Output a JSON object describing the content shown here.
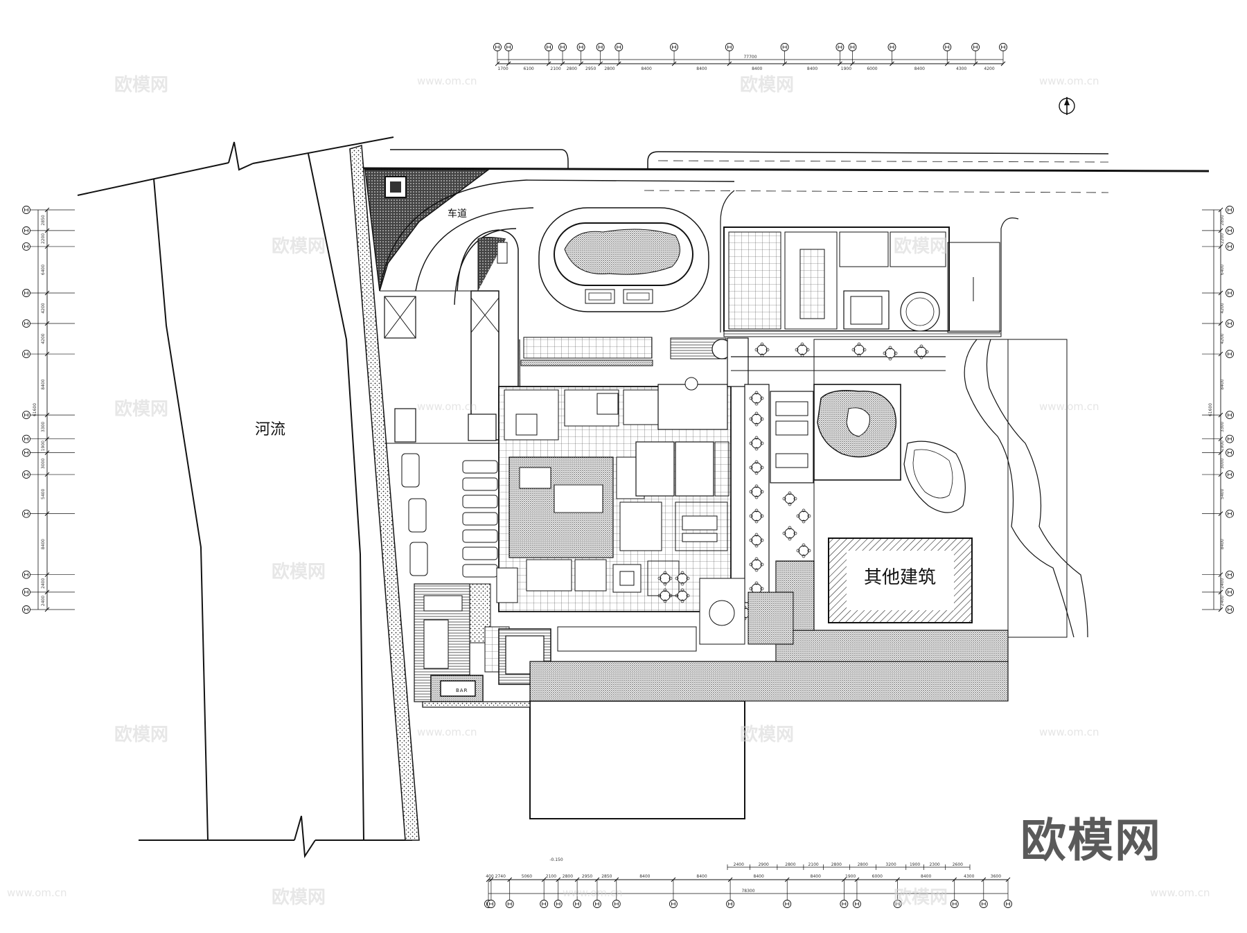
{
  "labels": {
    "river": "河流",
    "driveway": "车道",
    "other_building": "其他建筑",
    "bar": "BAR",
    "brand_logo": "欧模网"
  },
  "watermark": {
    "text": "欧模网",
    "url": "www.om.cn"
  },
  "dimensions": {
    "top_total": "77700",
    "top_segments": [
      "1700",
      "6100",
      "2100",
      "2800",
      "2950",
      "2800",
      "8400",
      "8400",
      "8400",
      "8400",
      "1900",
      "6000",
      "8400",
      "4300",
      "4200"
    ],
    "bottom_total": "78300",
    "bottom_level": "-0.150",
    "bottom_segments": [
      "400",
      "2740",
      "5060",
      "2100",
      "2800",
      "2950",
      "2850",
      "8400",
      "8400",
      "8400",
      "8400",
      "1900",
      "6000",
      "8400",
      "4300",
      "3600"
    ],
    "bottom_sub_segments": [
      "2400",
      "2900",
      "2800",
      "2100",
      "2800",
      "2800",
      "3200",
      "1900",
      "2300",
      "2600"
    ],
    "left_segments": [
      "2850",
      "2200",
      "6400",
      "4200",
      "4200",
      "8400",
      "3300",
      "1900",
      "3000",
      "5400",
      "8400",
      "2400",
      "2400"
    ],
    "right_segments": [
      "2850",
      "2200",
      "6400",
      "4200",
      "4200",
      "8400",
      "3300",
      "1900",
      "3000",
      "5400",
      "8400",
      "2400",
      "2400"
    ],
    "left_total": "61600",
    "right_total": "61600"
  },
  "colors": {
    "line": "#111111",
    "hatch": "#222222",
    "background": "#ffffff",
    "watermark": "#d4d4d4",
    "brand": "#5a5a5a"
  },
  "icons": {
    "north": "north-arrow-icon",
    "axis_bubble": "grid-axis-bubble-icon"
  }
}
